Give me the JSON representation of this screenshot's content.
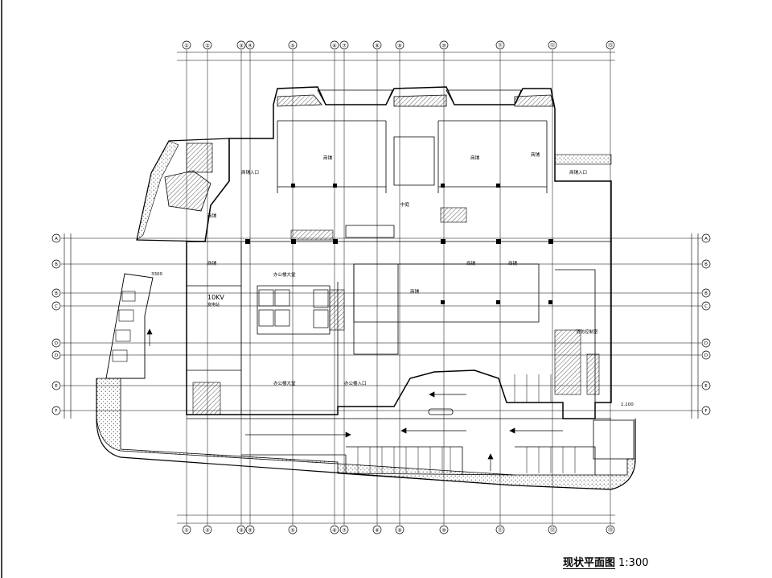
{
  "drawing": {
    "title": "现状平面图",
    "scale": "1:300"
  },
  "grid": {
    "columns": [
      "①",
      "②",
      "③",
      "④",
      "⑤",
      "⑥",
      "⑦",
      "⑧",
      "⑨",
      "⑩",
      "⑪",
      "⑫",
      "⑬"
    ],
    "rows": [
      "A",
      "B",
      "B",
      "C",
      "D",
      "D",
      "E",
      "F"
    ]
  },
  "labels": {
    "entrance_north_left": "商铺入口",
    "entrance_north_right": "商铺入口",
    "shop": "商铺",
    "power_room": "10KV",
    "power_room_sub": "变电站",
    "office_hall_1": "办公楼大堂",
    "office_hall_2": "办公楼大堂",
    "office_entrance": "办公楼入口",
    "atrium": "中庭",
    "fire_control": "消防控制室",
    "dimension": "3300",
    "elevation": "1.100"
  },
  "colors": {
    "line": "#000000",
    "background": "#ffffff",
    "hatch": "#555555"
  }
}
